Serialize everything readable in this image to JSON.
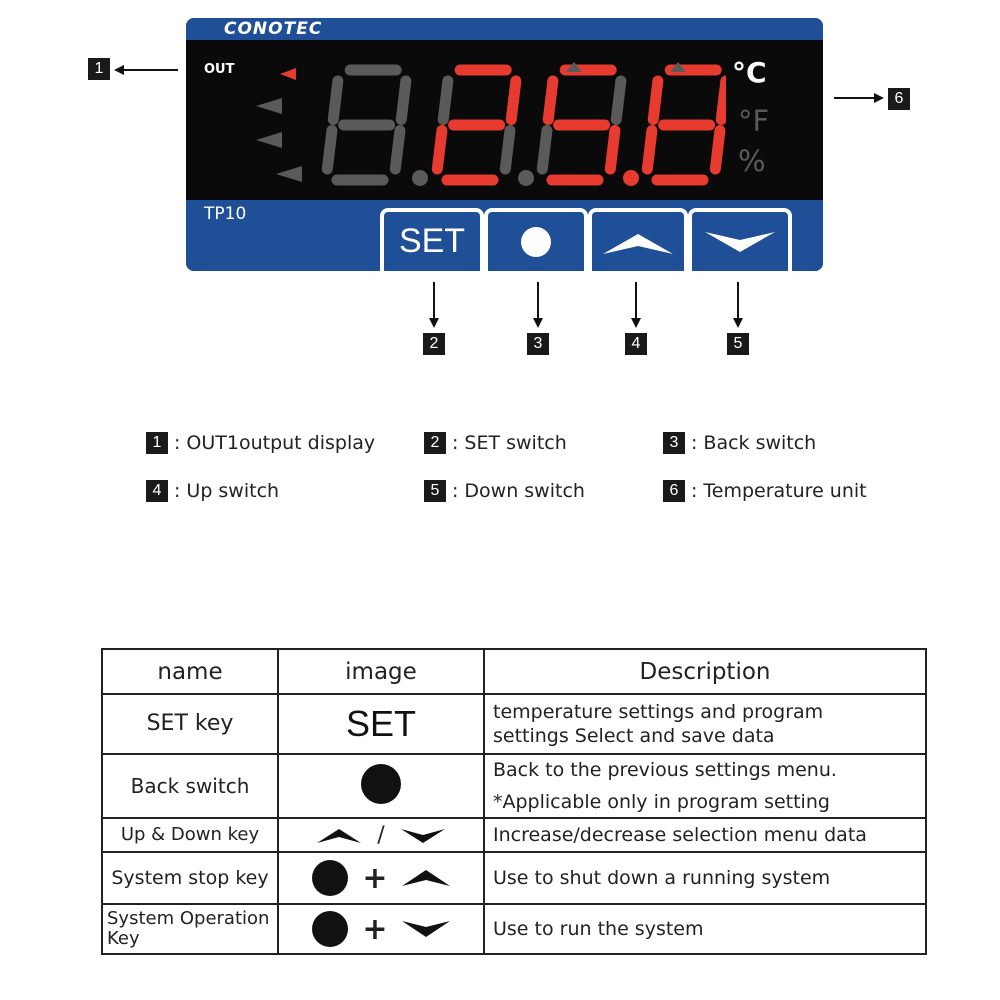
{
  "panel": {
    "brand": "CONOTEC",
    "out_label": "OUT",
    "model": "TP10",
    "display_digits": [
      "8",
      "2",
      "5",
      "8"
    ],
    "units": [
      "°C",
      "°F",
      "%"
    ],
    "keys": {
      "set_label": "SET"
    },
    "colors": {
      "panel_blue": "#1f4f96",
      "digit_red": "#e63b2e",
      "digit_off": "#5a5a5a",
      "panel_black": "#0a0a0a"
    }
  },
  "callouts": [
    "1",
    "2",
    "3",
    "4",
    "5",
    "6"
  ],
  "legend": [
    {
      "num": "1",
      "sep": ":",
      "text": "OUT1output display"
    },
    {
      "num": "2",
      "sep": ":",
      "text": "SET switch"
    },
    {
      "num": "3",
      "sep": ":",
      "text": "Back switch"
    },
    {
      "num": "4",
      "sep": ":",
      "text": "Up switch"
    },
    {
      "num": "5",
      "sep": ":",
      "text": "Down switch"
    },
    {
      "num": "6",
      "sep": ":",
      "text": "Temperature  unit"
    }
  ],
  "table": {
    "headers": [
      "name",
      "image",
      "Description"
    ],
    "rows": [
      {
        "name": "SET key",
        "image": "SET",
        "desc": [
          "temperature settings and program",
          "settings Select and save data"
        ]
      },
      {
        "name": "Back switch",
        "image": "circle-icon",
        "desc": [
          "Back to the previous settings menu.",
          "*Applicable only in program setting"
        ]
      },
      {
        "name": "Up & Down key",
        "image": "up-arrow-icon / down-arrow-icon",
        "sep": "/",
        "desc": [
          "Increase/decrease selection menu data"
        ]
      },
      {
        "name": "System stop key",
        "image": "circle-icon + up-arrow-icon",
        "plus": "+",
        "desc": [
          "Use to shut down a running system"
        ]
      },
      {
        "name": "System Operation Key",
        "name_lines": [
          "System Operation",
          "Key"
        ],
        "image": "circle-icon + down-arrow-icon",
        "plus": "+",
        "desc": [
          "Use to run the system"
        ]
      }
    ]
  }
}
